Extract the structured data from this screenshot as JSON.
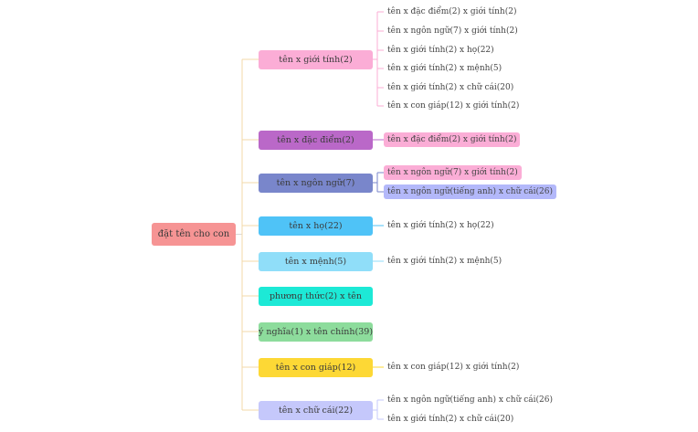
{
  "root": {
    "label": "đặt tên cho con",
    "color": "#f69494"
  },
  "branches": [
    {
      "label": "tên x giới tính(2)",
      "color": "#fbadd6",
      "children": [
        {
          "label": "tên x đặc điểm(2) x giới tính(2)"
        },
        {
          "label": "tên x ngôn ngữ(7) x giới tính(2)"
        },
        {
          "label": "tên x giới tính(2) x họ(22)"
        },
        {
          "label": "tên x giới tính(2) x mệnh(5)"
        },
        {
          "label": "tên x giới tính(2) x chữ cái(20)"
        },
        {
          "label": "tên x con giáp(12) x giới tính(2)"
        }
      ]
    },
    {
      "label": "tên x đặc điểm(2)",
      "color": "#ba68c8",
      "children": [
        {
          "label": "tên x đặc điểm(2) x giới tính(2)",
          "highlight": "#fbadd6"
        }
      ]
    },
    {
      "label": "tên x ngôn ngữ(7)",
      "color": "#7986cb",
      "children": [
        {
          "label": "tên x ngôn ngữ(7) x giới tính(2)",
          "highlight": "#fbadd6"
        },
        {
          "label": "tên x ngôn ngữ(tiếng anh) x chữ cái(26)",
          "highlight": "#b3b8fa"
        }
      ]
    },
    {
      "label": "tên x họ(22)",
      "color": "#4fc3f7",
      "children": [
        {
          "label": "tên x giới tính(2) x họ(22)"
        }
      ]
    },
    {
      "label": "tên x mệnh(5)",
      "color": "#90def9",
      "children": [
        {
          "label": "tên x giới tính(2) x mệnh(5)"
        }
      ]
    },
    {
      "label": "phương thức(2) x tên",
      "color": "#1de9d6",
      "children": []
    },
    {
      "label": "ý nghĩa(1) x tên chính(39)",
      "color": "#8ddc9c",
      "children": []
    },
    {
      "label": "tên x con giáp(12)",
      "color": "#fdd835",
      "children": [
        {
          "label": "tên x con giáp(12) x giới tính(2)"
        }
      ]
    },
    {
      "label": "tên x chữ cái(22)",
      "color": "#c5c8fb",
      "children": [
        {
          "label": "tên x ngôn ngữ(tiếng anh) x chữ cái(26)"
        },
        {
          "label": "tên x giới tính(2) x chữ cái(20)"
        }
      ]
    }
  ]
}
